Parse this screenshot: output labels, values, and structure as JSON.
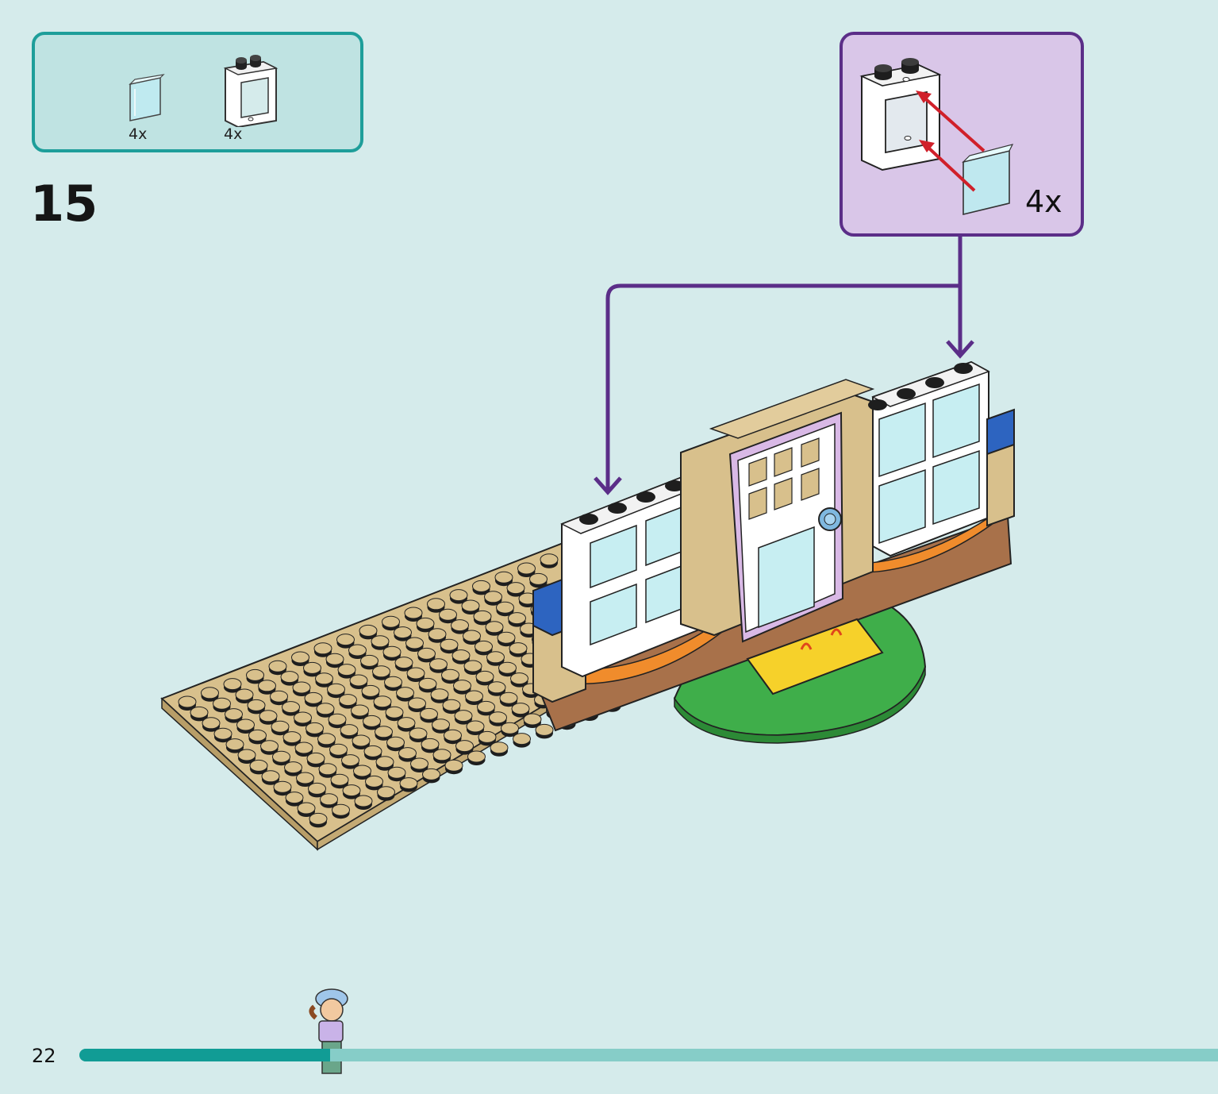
{
  "parts_list": {
    "items": [
      {
        "icon": "transparent-glass-pane-icon",
        "count": "4x"
      },
      {
        "icon": "white-window-frame-icon",
        "count": "4x"
      }
    ]
  },
  "step": {
    "number": "15"
  },
  "sub_assembly": {
    "count": "4x",
    "icon": "window-frame-with-glass-assembly-icon"
  },
  "footer": {
    "page_number": "22",
    "progress": 0.22
  },
  "colors": {
    "background": "#d5ebeb",
    "parts_border": "#1e9e9a",
    "parts_fill": "#bfe3e2",
    "sub_border": "#5b2e88",
    "sub_fill": "#d9c6e8",
    "arrow_red": "#d0202a",
    "progress": "#119c95",
    "progress_track": "#86cdc8"
  }
}
